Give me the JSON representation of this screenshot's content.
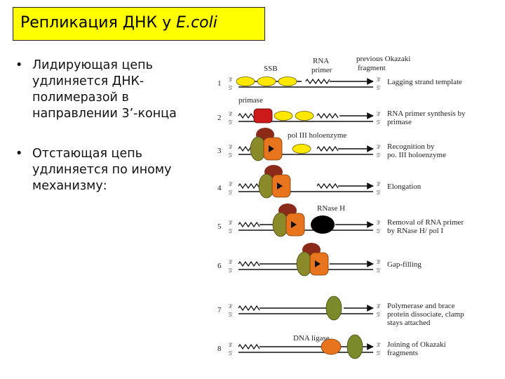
{
  "title": {
    "main": "Репликация ДНК у ",
    "organism": "E.coli"
  },
  "bullets": [
    "Лидирующая цепь удлиняется ДНК-полимеразой в направлении 3’-конца",
    "Отстающая цепь удлиняется по иному механизму:"
  ],
  "bullet_symbol": "•",
  "labels": {
    "ssb": "SSB",
    "rna_primer": [
      "RNA",
      "primer"
    ],
    "previous_okazaki": [
      "previous Okazaki",
      "fragment"
    ],
    "primase": "primase",
    "pol3": "pol III holoenzyme",
    "rnase_h": "RNase H",
    "dna_ligase": "DNA ligase"
  },
  "ends": {
    "three": "3'",
    "five": "5'"
  },
  "steps": [
    {
      "num": "1",
      "desc": [
        "Lagging strand template"
      ]
    },
    {
      "num": "2",
      "desc": [
        "RNA primer synthesis by",
        "primase"
      ]
    },
    {
      "num": "3",
      "desc": [
        "Recognition by",
        "po. III holoenzyme"
      ]
    },
    {
      "num": "4",
      "desc": [
        "Elongation"
      ]
    },
    {
      "num": "5",
      "desc": [
        "Removal of RNA primer",
        "by RNase H/ pol I"
      ]
    },
    {
      "num": "6",
      "desc": [
        "Gap-filling"
      ]
    },
    {
      "num": "7",
      "desc": [
        "Polymerase and brace",
        "protein dissociate, clamp",
        "stays attached"
      ]
    },
    {
      "num": "8",
      "desc": [
        "Joining of Okazaki",
        "fragments"
      ]
    }
  ],
  "colors": {
    "title_bg": "#ffff00",
    "ssb": "#ffe800",
    "primase": "#cc1a1a",
    "pol3_orange": "#e8741e",
    "pol3_olive": "#8a8a2a",
    "clamp": "#7b8a2b",
    "rnase": "#000000",
    "strand": "#111111"
  }
}
